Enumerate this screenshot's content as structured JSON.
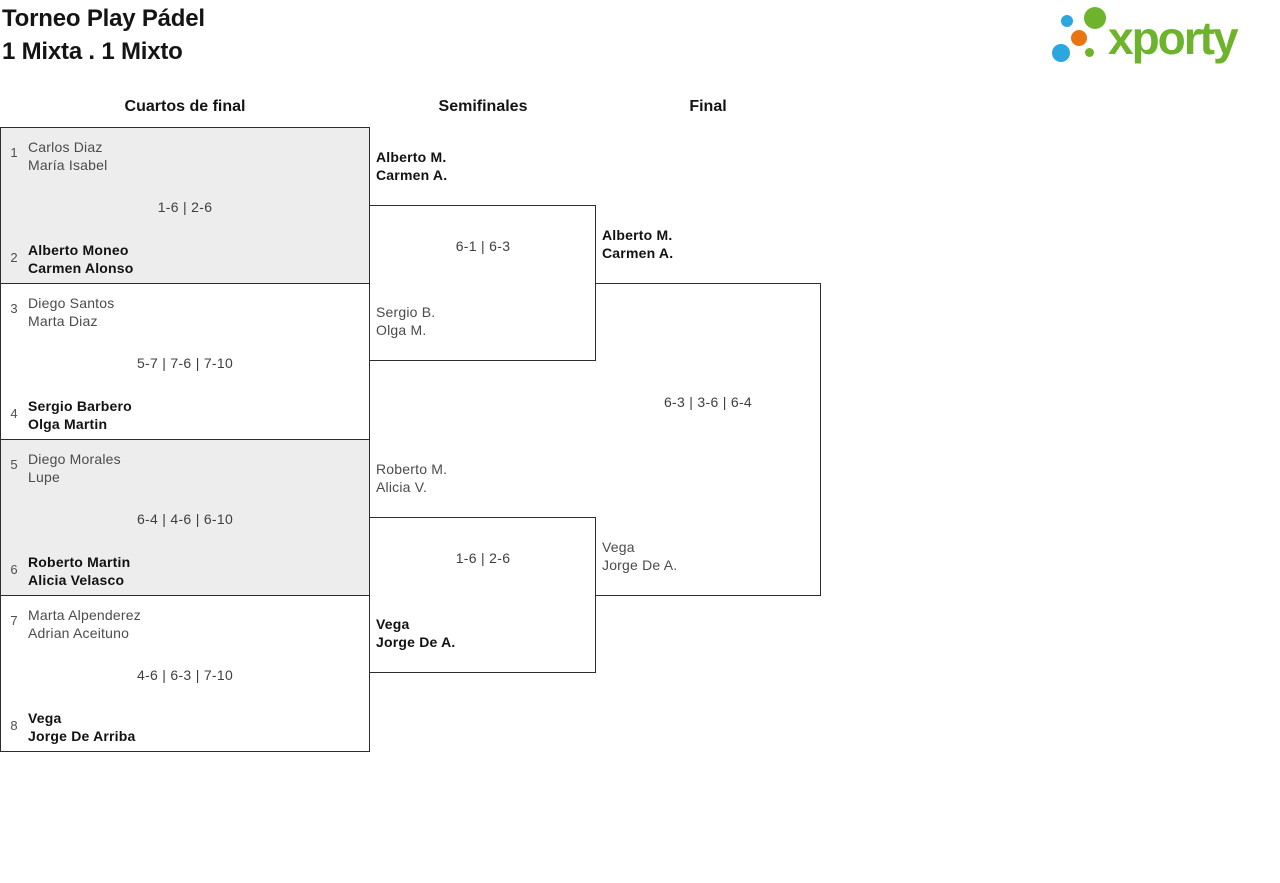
{
  "title": {
    "line1": "Torneo Play Pádel",
    "line2": "1 Mixta . 1 Mixto"
  },
  "logo": {
    "brand": "xporty",
    "green": "#6db32b",
    "blue": "#2ba7df",
    "orange": "#e87511"
  },
  "columns": [
    {
      "label": "Cuartos de final"
    },
    {
      "label": "Semifinales"
    },
    {
      "label": "Final"
    }
  ],
  "bracket": {
    "quarterfinals": [
      {
        "seed_top": "1",
        "team_top": [
          "Carlos Diaz",
          "María Isabel"
        ],
        "top_winner": false,
        "score": "1-6 | 2-6",
        "seed_bottom": "2",
        "team_bottom": [
          "Alberto Moneo",
          "Carmen Alonso"
        ],
        "bottom_winner": true
      },
      {
        "seed_top": "3",
        "team_top": [
          "Diego Santos",
          "Marta Diaz"
        ],
        "top_winner": false,
        "score": "5-7 | 7-6 | 7-10",
        "seed_bottom": "4",
        "team_bottom": [
          "Sergio Barbero",
          "Olga Martin"
        ],
        "bottom_winner": true
      },
      {
        "seed_top": "5",
        "team_top": [
          "Diego Morales",
          "Lupe"
        ],
        "top_winner": false,
        "score": "6-4 | 4-6 | 6-10",
        "seed_bottom": "6",
        "team_bottom": [
          "Roberto Martin",
          "Alicia Velasco"
        ],
        "bottom_winner": true
      },
      {
        "seed_top": "7",
        "team_top": [
          "Marta Alpenderez",
          "Adrian Aceituno"
        ],
        "top_winner": false,
        "score": "4-6 | 6-3 | 7-10",
        "seed_bottom": "8",
        "team_bottom": [
          "Vega",
          "Jorge De Arriba"
        ],
        "bottom_winner": true
      }
    ],
    "semifinals": [
      {
        "team_top": [
          "Alberto M.",
          "Carmen A."
        ],
        "top_winner": true,
        "score": "6-1 | 6-3",
        "team_bottom": [
          "Sergio B.",
          "Olga M."
        ],
        "bottom_winner": false
      },
      {
        "team_top": [
          "Roberto M.",
          "Alicia V."
        ],
        "top_winner": false,
        "score": "1-6 | 2-6",
        "team_bottom": [
          "Vega",
          "Jorge De A."
        ],
        "bottom_winner": true
      }
    ],
    "final": {
      "team_top": [
        "Alberto M.",
        "Carmen A."
      ],
      "top_winner": true,
      "score": "6-3 | 3-6 | 6-4",
      "team_bottom": [
        "Vega",
        "Jorge De A."
      ],
      "bottom_winner": false
    }
  },
  "colors": {
    "line": "#2d2d2d",
    "shade": "#ededed",
    "ink": "#141414",
    "reg": "#4b4b4b",
    "win": "#121212",
    "score": "#3f3f3f",
    "seed": "#4f4f4f",
    "green": "#6db32b",
    "blue": "#2ba7df",
    "orange": "#e87511"
  }
}
